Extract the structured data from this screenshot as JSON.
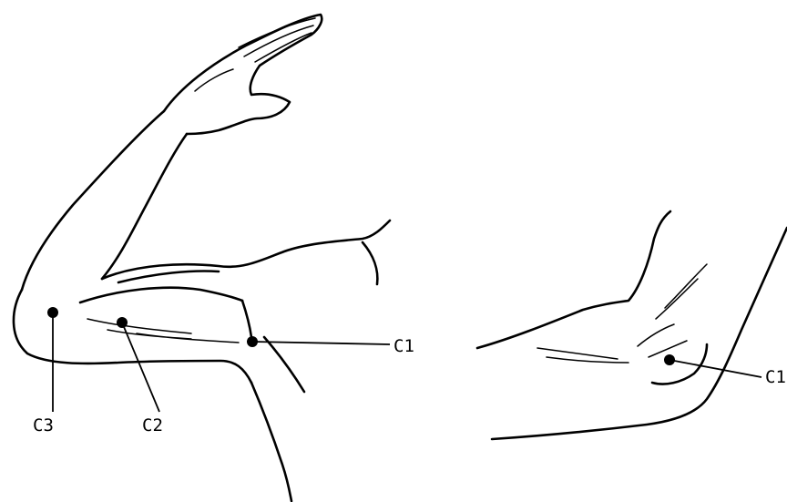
{
  "points": {
    "left_c1": "C1",
    "left_c2": "C2",
    "left_c3": "C3",
    "right_c1": "C1"
  }
}
